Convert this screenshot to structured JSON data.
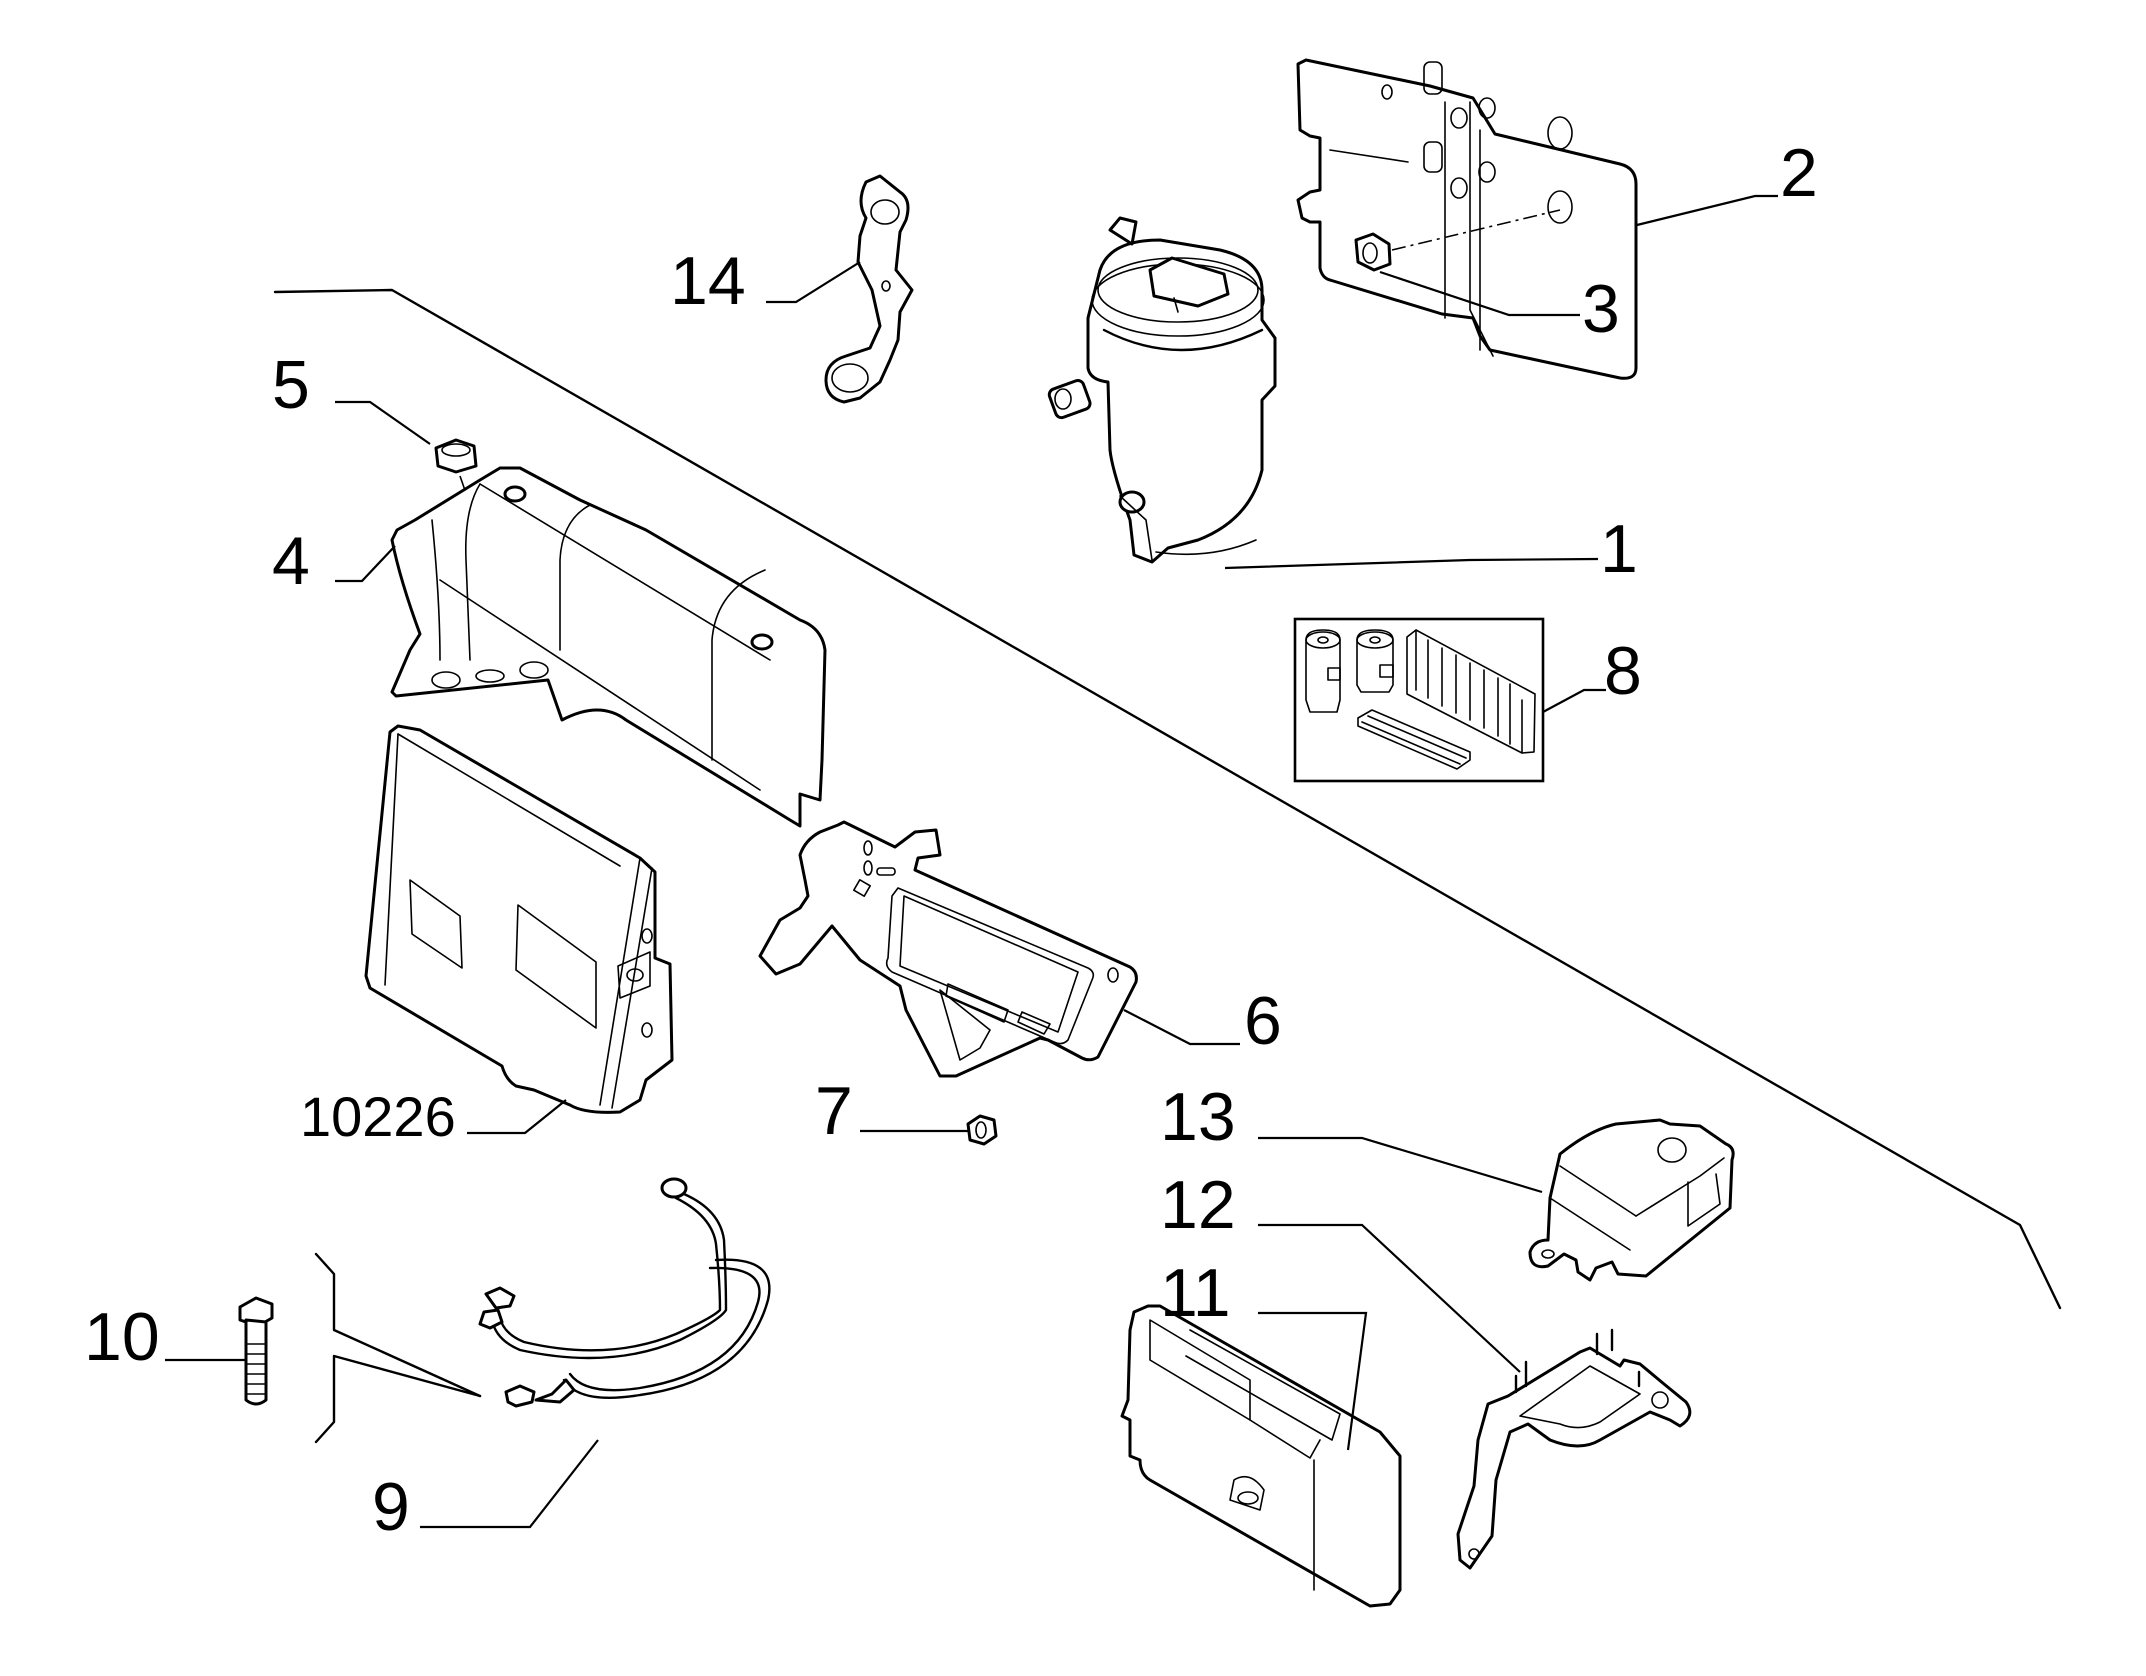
{
  "diagram": {
    "type": "exploded parts diagram",
    "callouts": [
      {
        "id": "1",
        "label": "1",
        "part": "fuel filter assembly"
      },
      {
        "id": "2",
        "label": "2",
        "part": "mounting bracket plate"
      },
      {
        "id": "3",
        "label": "3",
        "part": "nut"
      },
      {
        "id": "4",
        "label": "4",
        "part": "control unit cover"
      },
      {
        "id": "5",
        "label": "5",
        "part": "nut"
      },
      {
        "id": "6",
        "label": "6",
        "part": "control unit support bracket"
      },
      {
        "id": "7",
        "label": "7",
        "part": "nut"
      },
      {
        "id": "8",
        "label": "8",
        "part": "filter kit"
      },
      {
        "id": "9",
        "label": "9",
        "part": "ground cable"
      },
      {
        "id": "10",
        "label": "10",
        "part": "bolt"
      },
      {
        "id": "11",
        "label": "11",
        "part": "fuse box"
      },
      {
        "id": "12",
        "label": "12",
        "part": "fuse box bracket"
      },
      {
        "id": "13",
        "label": "13",
        "part": "fuse box cover"
      },
      {
        "id": "14",
        "label": "14",
        "part": "wiring bracket with clips"
      },
      {
        "id": "10226",
        "label": "10226",
        "part": "electronic control unit"
      }
    ]
  }
}
